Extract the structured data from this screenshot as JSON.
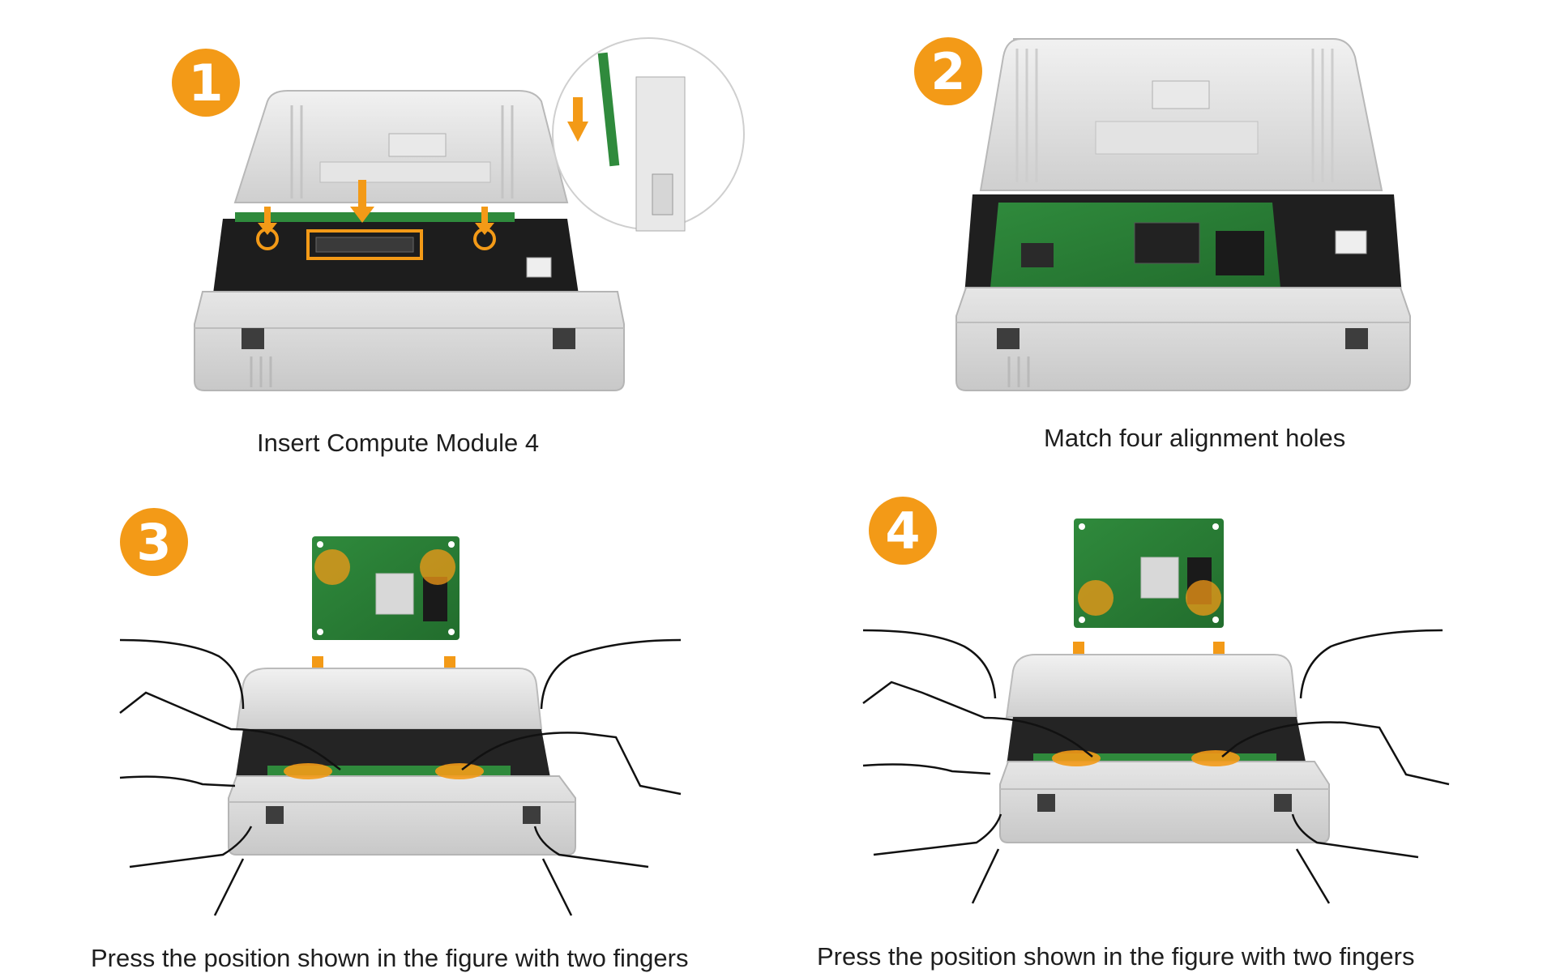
{
  "colors": {
    "accent": "#f39a17",
    "case": "#dcdcdc",
    "board": "#2f8a3c",
    "hand_outline": "#111111"
  },
  "steps": [
    {
      "number": "1",
      "caption": "Insert Compute Module 4"
    },
    {
      "number": "2",
      "caption": "Match four alignment holes"
    },
    {
      "number": "3",
      "caption": "Press the position shown in the figure with two fingers"
    },
    {
      "number": "4",
      "caption": "Press the position shown in the figure with two fingers"
    }
  ]
}
